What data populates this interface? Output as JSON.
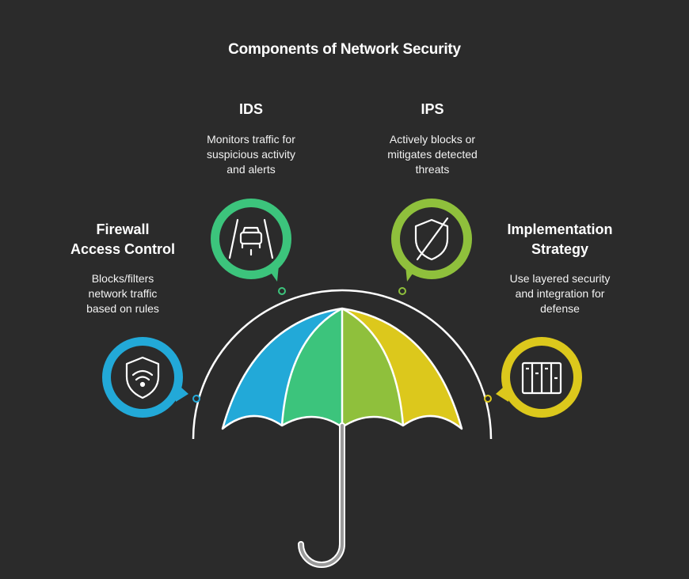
{
  "title": "Components of Network Security",
  "items": [
    {
      "heading": "Firewall\nAccess Control",
      "desc": "Blocks/filters\nnetwork traffic\nbased on rules",
      "color": "#22a9d8",
      "icon": "wifi-shield-icon"
    },
    {
      "heading": "IDS",
      "desc": "Monitors traffic for\nsuspicious activity\nand alerts",
      "color": "#3cc47c",
      "icon": "car-road-icon"
    },
    {
      "heading": "IPS",
      "desc": "Actively blocks or\nmitigates detected\nthreats",
      "color": "#8fc03c",
      "icon": "shield-slash-icon"
    },
    {
      "heading": "Implementation\nStrategy",
      "desc": "Use layered security\nand integration for\ndefense",
      "color": "#dcc81c",
      "icon": "layers-icon"
    }
  ],
  "colors": {
    "background": "#2b2b2b",
    "outline": "#ffffff",
    "handle": "#9a9a9a"
  }
}
